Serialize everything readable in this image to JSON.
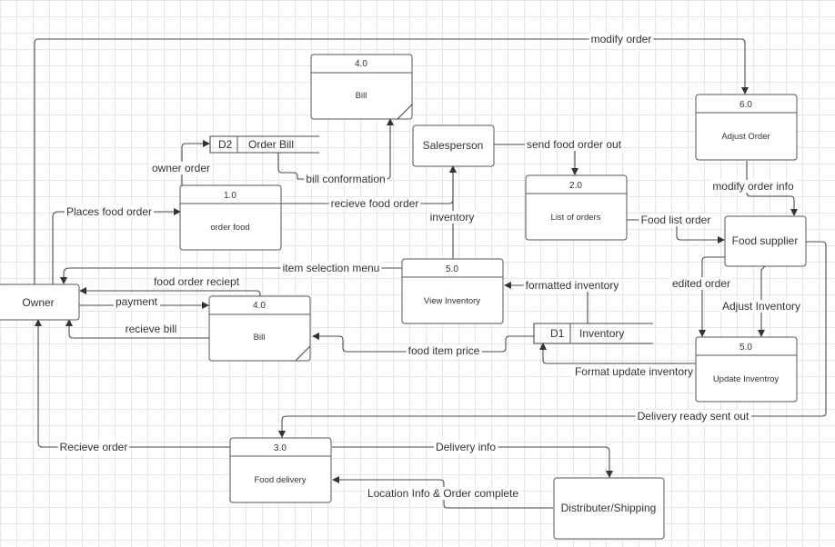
{
  "processes": {
    "bill_top": {
      "number": "4.0",
      "title": "Bill"
    },
    "adjust_order": {
      "number": "6.0",
      "title": "Adjust Order"
    },
    "order_food": {
      "number": "1.0",
      "title": "order food"
    },
    "list_of_orders": {
      "number": "2.0",
      "title": "List of orders"
    },
    "view_inventory": {
      "number": "5.0",
      "title": "View Inventory"
    },
    "bill_mid": {
      "number": "4.0",
      "title": "Bill"
    },
    "update_inventory": {
      "number": "5.0",
      "title": "Update Inventroy"
    },
    "food_delivery": {
      "number": "3.0",
      "title": "Food delivery"
    }
  },
  "entities": {
    "owner": "Owner",
    "salesperson": "Salesperson",
    "food_supplier": "Food supplier",
    "distributer": "Distributer/Shipping"
  },
  "data_stores": {
    "order_bill": {
      "id": "D2",
      "name": "Order Bill"
    },
    "inventory": {
      "id": "D1",
      "name": "Inventory"
    }
  },
  "flows": {
    "modify_order": "modify order",
    "owner_order": "owner order",
    "bill_conformation": "bill conformation",
    "send_food_order_out": "send food order out",
    "places_food_order": "Places food  order",
    "recieve_food_order": "recieve food  order",
    "inventory": "inventory",
    "modify_order_info": "modify order info",
    "food_list_order": "Food list order",
    "item_selection_menu": "item selection menu",
    "food_order_reciept": "food order reciept",
    "payment": "payment",
    "recieve_bill": "recieve bill",
    "formatted_inventory": "formatted inventory",
    "edited_order": "edited order",
    "adjust_inventory": "Adjust Inventory",
    "food_item_price": "food item price",
    "format_update_inventory": "Format update inventory",
    "delivery_ready_sent_out": "Delivery ready sent out",
    "recieve_order": "Recieve order",
    "delivery_info": "Delivery info",
    "location_info_order_complete": "Location Info & Order complete"
  }
}
